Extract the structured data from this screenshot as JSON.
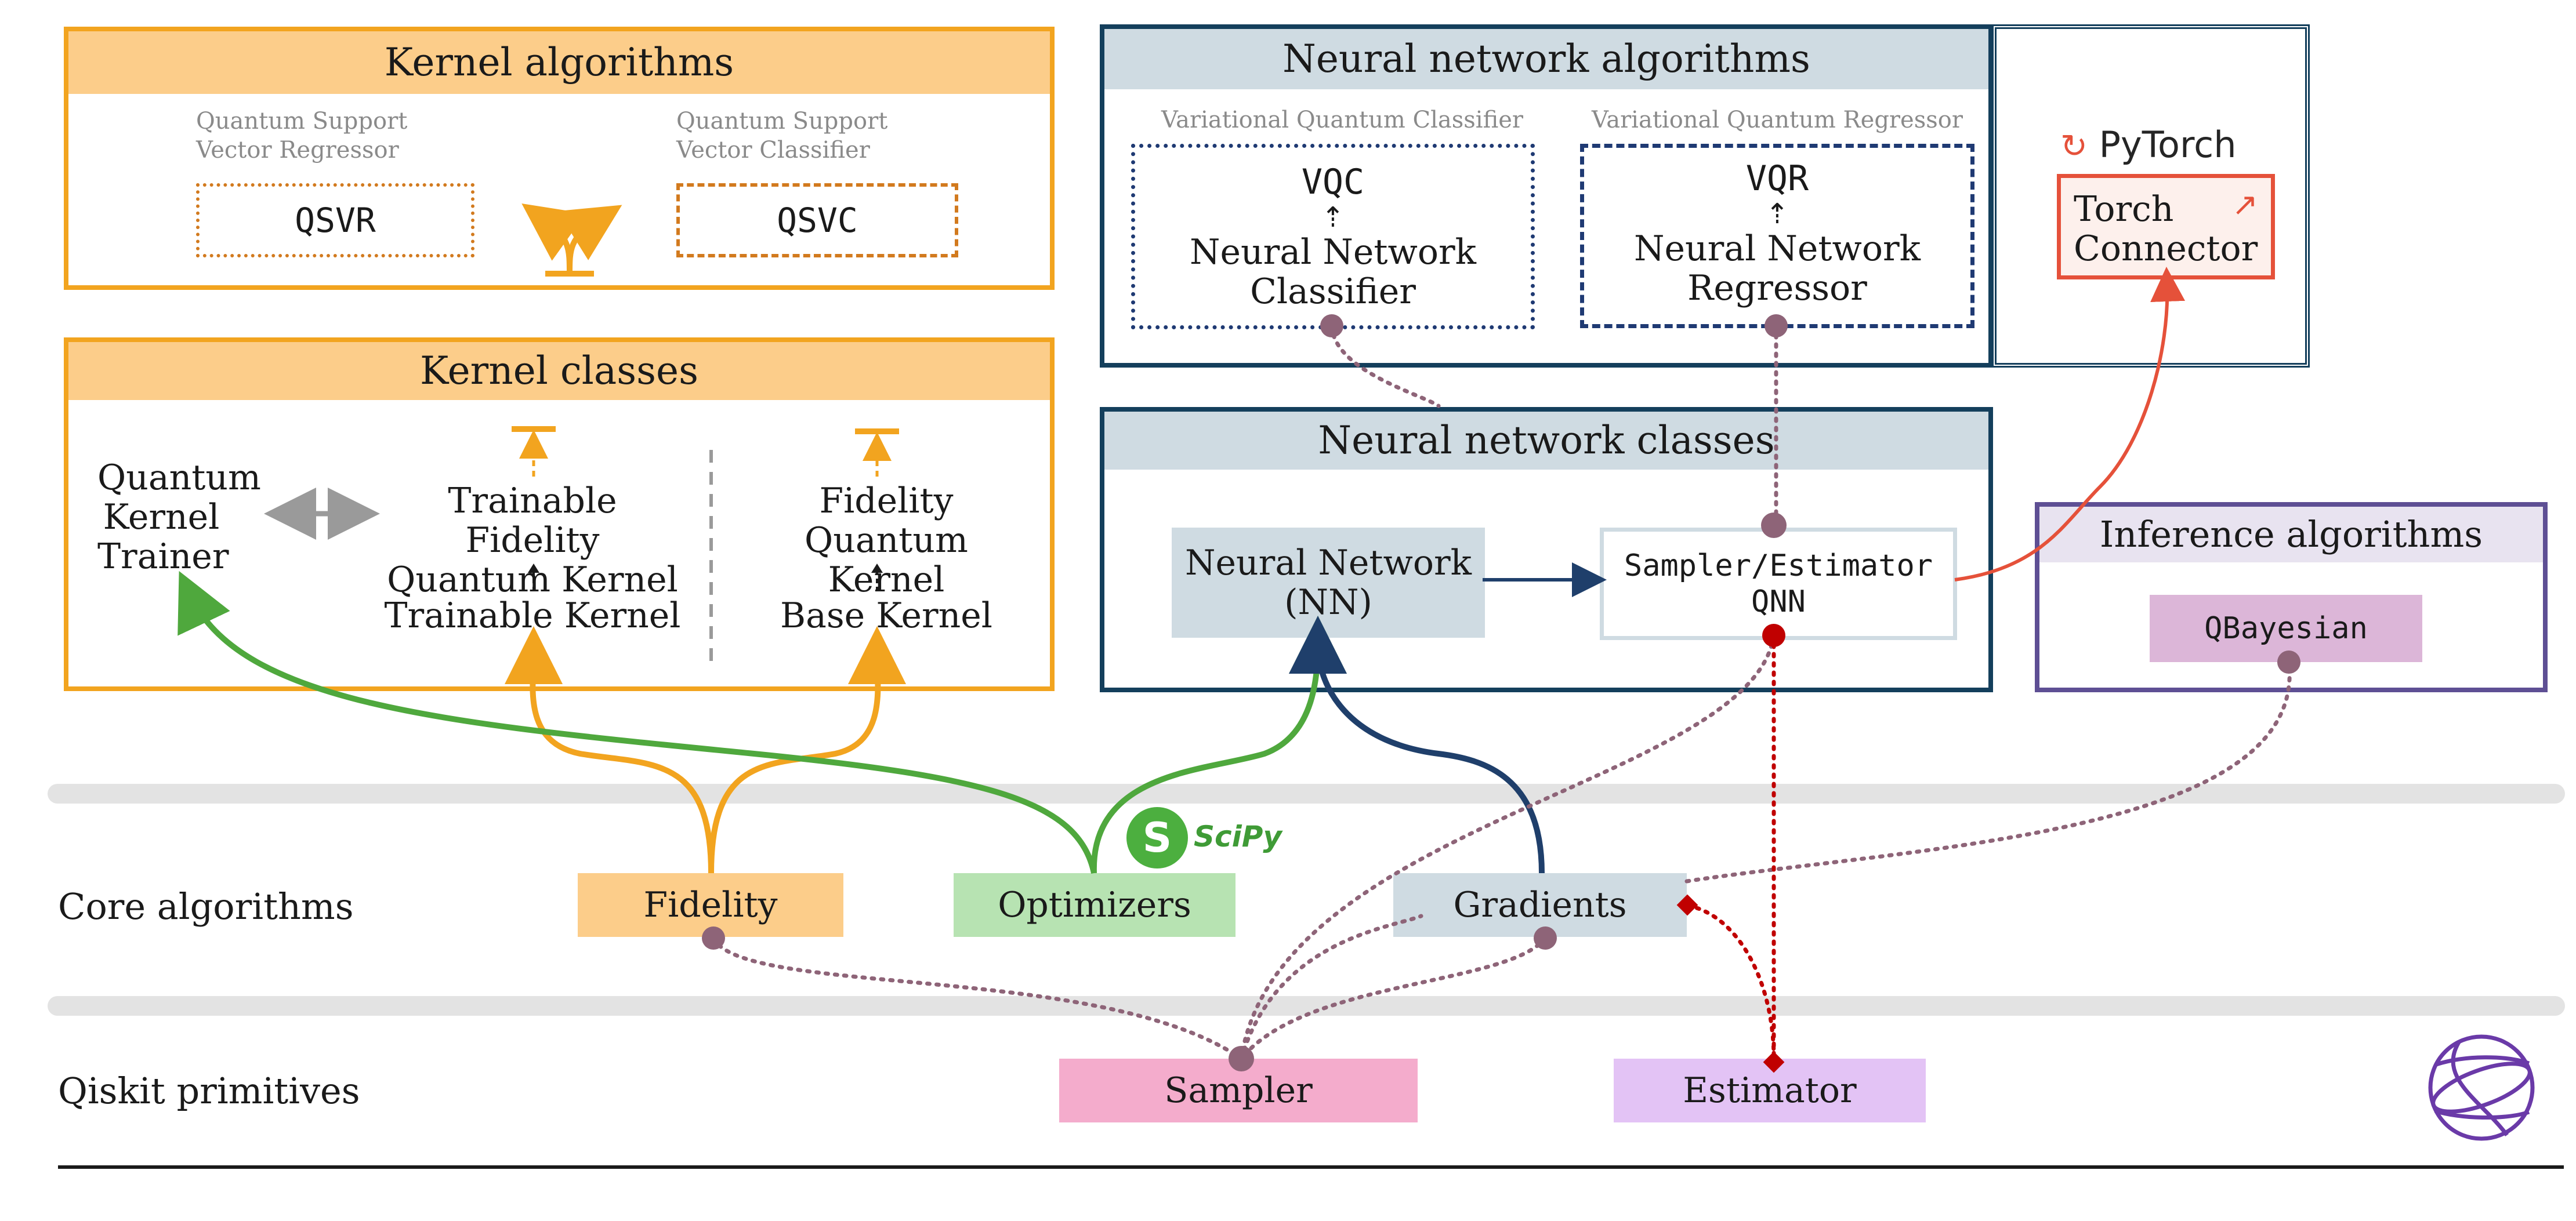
{
  "kernel_algorithms": {
    "title": "Kernel algorithms",
    "qsvr_caption_line1": "Quantum Support",
    "qsvr_caption_line2": "Vector Regressor",
    "qsvr_label": "QSVR",
    "qsvc_caption_line1": "Quantum Support",
    "qsvc_caption_line2": "Vector Classifier",
    "qsvc_label": "QSVC"
  },
  "kernel_classes": {
    "title": "Kernel classes",
    "trainer_line1": "Quantum",
    "trainer_line2": "Kernel",
    "trainer_line3": "Trainer",
    "trainable_fidelity_line1": "Trainable Fidelity",
    "trainable_fidelity_line2": "Quantum Kernel",
    "trainable_kernel": "Trainable Kernel",
    "fidelity_qk_line1": "Fidelity Quantum",
    "fidelity_qk_line2": "Kernel",
    "base_kernel": "Base Kernel"
  },
  "nn_algorithms": {
    "title": "Neural network algorithms",
    "vqc_caption": "Variational Quantum Classifier",
    "vqc_label": "VQC",
    "vqc_sub_line1": "Neural Network",
    "vqc_sub_line2": "Classifier",
    "vqr_caption": "Variational Quantum Regressor",
    "vqr_label": "VQR",
    "vqr_sub_line1": "Neural Network",
    "vqr_sub_line2": "Regressor"
  },
  "pytorch": {
    "logo_text": "PyTorch",
    "connector_line1": "Torch",
    "connector_line2": "Connector"
  },
  "nn_classes": {
    "title": "Neural network classes",
    "nn_line1": "Neural Network",
    "nn_line2": "(NN)",
    "qnn_line1": "Sampler/Estimator",
    "qnn_line2": "QNN"
  },
  "inference": {
    "title": "Inference algorithms",
    "qbayesian_label": "QBayesian"
  },
  "core": {
    "row_label": "Core algorithms",
    "fidelity": "Fidelity",
    "optimizers": "Optimizers",
    "scipy_logo_text": "SciPy",
    "gradients": "Gradients"
  },
  "primitives": {
    "row_label": "Qiskit primitives",
    "sampler": "Sampler",
    "estimator": "Estimator"
  },
  "colors": {
    "kernel_orange": "#f2a41f",
    "kernel_header": "#fccd8a",
    "nn_navy": "#143f5c",
    "nn_header": "#cfdbe2",
    "inference_purple": "#5e4f94",
    "inference_header": "#e8e3f0",
    "qbayesian_fill": "#dcb6d8",
    "torch_red": "#e5513a",
    "optimizers_green": "#b7e3b2",
    "fidelity_fill": "#fccd8a",
    "gradients_fill": "#cfdbe2",
    "sampler_pink": "#f4accc",
    "estimator_lilac": "#e3c3f5",
    "dot_mauve": "#8e6478",
    "estimator_red": "#c00000",
    "band_grey": "#e3e3e3"
  },
  "icons": [
    "upward-arrow-icon",
    "merge-arrow-icon",
    "external-link-icon",
    "pytorch-logo-icon",
    "scipy-logo-icon",
    "qiskit-logo-icon"
  ]
}
